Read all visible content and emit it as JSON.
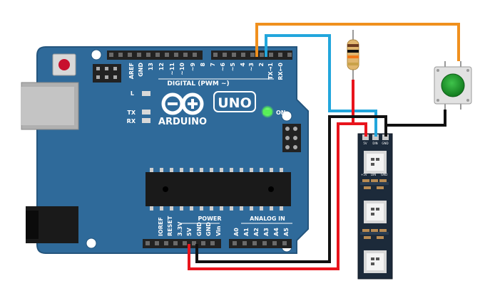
{
  "board": {
    "digital_label": "DIGITAL (PWM ~)",
    "digital_pins": [
      "AREF",
      "GND",
      "13",
      "12",
      "~11",
      "~10",
      "~9",
      "8",
      "7",
      "~6",
      "~5",
      "4",
      "~3",
      "2",
      "TX→1",
      "RX←0"
    ],
    "power_label": "POWER",
    "power_pins": [
      "IOREF",
      "RESET",
      "3.3V",
      "5V",
      "GND",
      "GND",
      "Vin"
    ],
    "analog_label": "ANALOG IN",
    "analog_pins": [
      "A0",
      "A1",
      "A2",
      "A3",
      "A4",
      "A5"
    ],
    "led_l": "L",
    "led_tx": "TX",
    "led_rx": "RX",
    "on_label": "ON",
    "brand": "ARDUINO",
    "model": "UNO"
  },
  "strip": {
    "pins": [
      "5V",
      "DIN",
      "GND"
    ],
    "pin_under": [
      "+5V",
      "DIN",
      "GND"
    ]
  },
  "colors": {
    "board": "#2f6a9a",
    "board_edge": "#24557d",
    "strip": "#1c2a3a",
    "wire_orange": "#f0901e",
    "wire_blue": "#22a6dc",
    "wire_red": "#e8141c",
    "wire_black": "#111111",
    "button_green": "#1f9b2d",
    "on_led": "#58f058"
  }
}
